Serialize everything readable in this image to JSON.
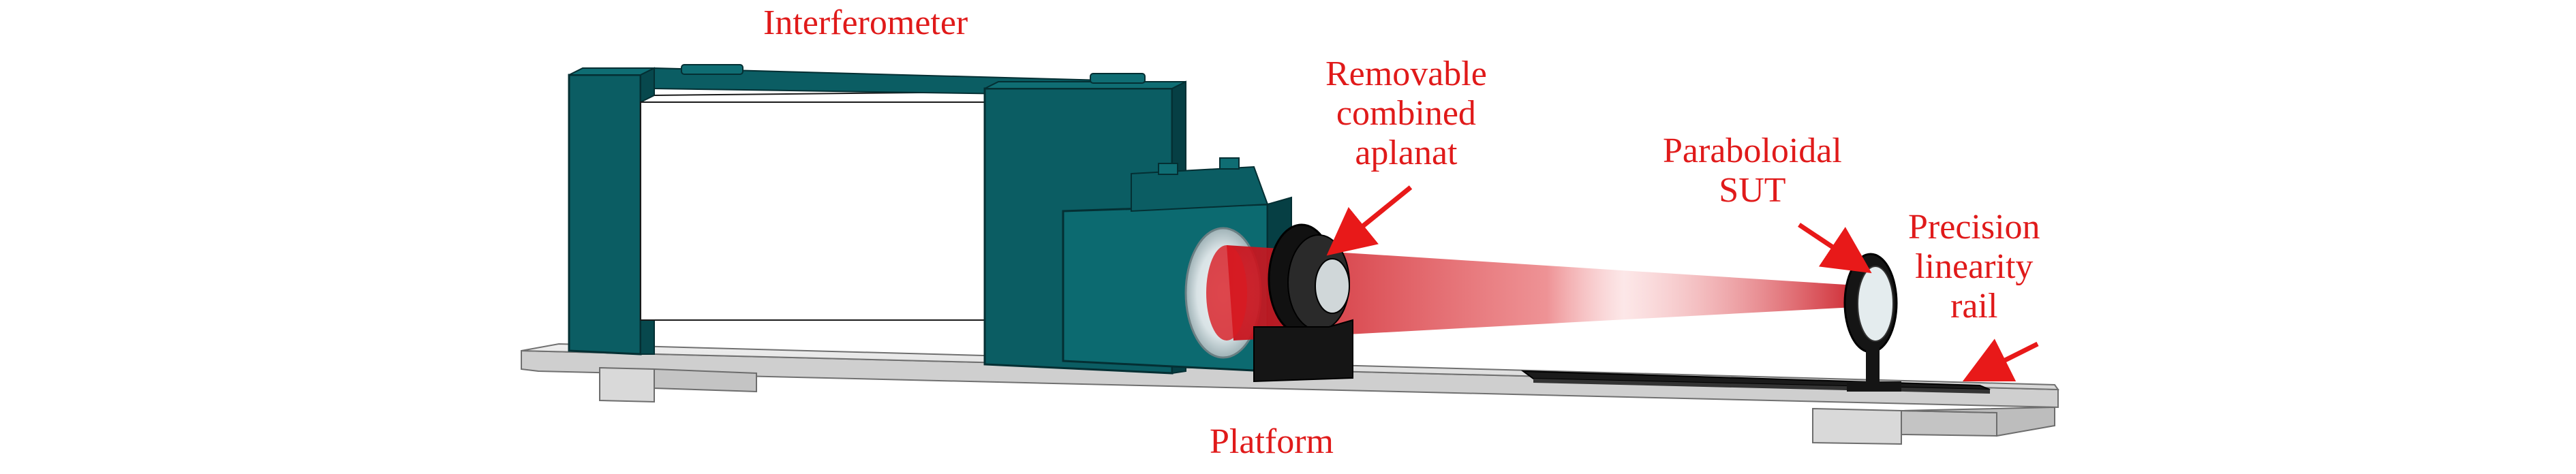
{
  "labels": {
    "interferometer": "Interferometer",
    "aplanat": [
      "Removable",
      "combined",
      "aplanat"
    ],
    "sut": [
      "Paraboloidal",
      "SUT"
    ],
    "rail": [
      "Precision",
      "linearity",
      "rail"
    ],
    "platform": "Platform"
  },
  "colors": {
    "label_text": "#e01a1a",
    "arrow": "#e81919",
    "housing_teal": "#0b5d63",
    "housing_dark": "#063f44",
    "platform_light": "#dcdcdc",
    "beam_red": "#d8121a",
    "mount_black": "#151515"
  }
}
